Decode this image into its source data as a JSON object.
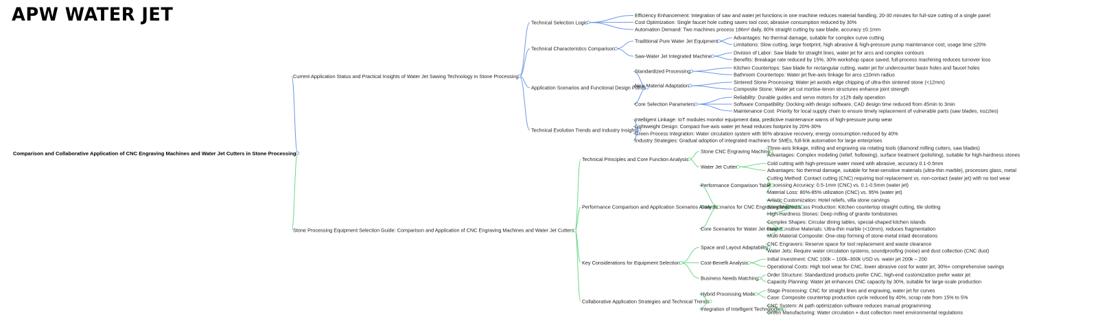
{
  "brand": "APW WATER JET",
  "colors": {
    "branch_a": "#6d97e6",
    "branch_b": "#72d88b"
  },
  "mindmap": {
    "label": "Comparison and Collaborative Application of CNC Engraving Machines and Water Jet Cutters in Stone Processing",
    "children": [
      {
        "label": "Current Application Status and Practical Insights of Water Jet Sawing Technology in Stone Processing",
        "children": [
          {
            "label": "Technical Selection Logic",
            "children": [
              {
                "label": "Efficiency Enhancement: Integration of saw and water jet functions in one machine reduces material handling, 20-30 minutes for full-size cutting of a single panel"
              },
              {
                "label": "Cost Optimization: Single faucet hole cutting saves tool cost, abrasive consumption reduced by 30%"
              },
              {
                "label": "Automation Demand: Two machines process 186m² daily, 80% straight cutting by saw blade, accuracy ±0.1mm"
              }
            ]
          },
          {
            "label": "Technical Characteristics Comparison",
            "children": [
              {
                "label": "Traditional Pure Water Jet Equipment",
                "children": [
                  {
                    "label": "Advantages: No thermal damage, suitable for complex curve cutting"
                  },
                  {
                    "label": "Limitations: Slow cutting, large footprint, high abrasive & high-pressure pump maintenance cost, usage time ≤20%"
                  }
                ]
              },
              {
                "label": "Saw-Water Jet Integrated Machine",
                "children": [
                  {
                    "label": "Division of Labor: Saw blade for straight lines, water jet for arcs and complex contours"
                  },
                  {
                    "label": "Benefits: Breakage rate reduced by 15%, 30% workshop space saved, full-process machining reduces turnover loss"
                  }
                ]
              }
            ]
          },
          {
            "label": "Application Scenarios and Functional Design Points",
            "children": [
              {
                "label": "Standardized Processing",
                "children": [
                  {
                    "label": "Kitchen Countertops: Saw blade for rectangular cutting, water jet for undercounter basin holes and faucet holes"
                  },
                  {
                    "label": "Bathroom Countertops: Water jet five-axis linkage for arcs ≤10mm radius"
                  }
                ]
              },
              {
                "label": "New Material Adaptation",
                "children": [
                  {
                    "label": "Sintered Stone Processing: Water jet avoids edge chipping of ultra-thin sintered stone (<12mm)"
                  },
                  {
                    "label": "Composite Stone: Water jet cut mortise-tenon structures enhance joint strength"
                  }
                ]
              },
              {
                "label": "Core Selection Parameters",
                "children": [
                  {
                    "label": "Reliability: Durable guides and servo motors for ≥12h daily operation"
                  },
                  {
                    "label": "Software Compatibility: Docking with design software, CAD design time reduced from 45min to 3min"
                  },
                  {
                    "label": "Maintenance Cost: Priority for local supply chain to ensure timely replacement of vulnerable parts (saw blades, nozzles)"
                  }
                ]
              }
            ]
          },
          {
            "label": "Technical Evolution Trends and Industry Insights",
            "children": [
              {
                "label": "Intelligent Linkage: IoT modules monitor equipment data, predictive maintenance warns of high-pressure pump wear"
              },
              {
                "label": "Lightweight Design: Compact five-axis water jet head reduces footprint by 20%-30%"
              },
              {
                "label": "Green Process Integration: Water circulation system with 90% abrasive recovery, energy consumption reduced by 40%"
              },
              {
                "label": "Industry Strategies: Gradual adoption of integrated machines for SMEs, full-link automation for large enterprises"
              }
            ]
          }
        ]
      },
      {
        "label": "Stone Processing Equipment Selection Guide: Comparison and Application of CNC Engraving Machines and Water Jet Cutters",
        "children": [
          {
            "label": "Technical Principles and Core Function Analysis",
            "children": [
              {
                "label": "Stone CNC Engraving Machine",
                "children": [
                  {
                    "label": "Three-axis linkage, milling and engraving via rotating tools (diamond milling cutters, saw blades)"
                  },
                  {
                    "label": "Advantages: Complex modeling (relief, hollowing), surface treatment (polishing), suitable for high-hardness stones"
                  }
                ]
              },
              {
                "label": "Water Jet Cutter",
                "children": [
                  {
                    "label": "Cold cutting with high-pressure water mixed with abrasive, accuracy 0.1-0.5mm"
                  },
                  {
                    "label": "Advantages: No thermal damage, suitable for heat-sensitive materials (ultra-thin marble), processes glass, metal"
                  }
                ]
              }
            ]
          },
          {
            "label": "Performance Comparison and Application Scenarios Analysis",
            "children": [
              {
                "label": "Performance Comparison Table",
                "children": [
                  {
                    "label": "Cutting Method: Contact cutting (CNC) requiring tool replacement vs. non-contact (water jet) with no tool wear"
                  },
                  {
                    "label": "Processing Accuracy: 0.5-1mm (CNC) vs. 0.1-0.5mm (water jet)"
                  },
                  {
                    "label": "Material Loss: 80%-85% utilization (CNC) vs. 95% (water jet)"
                  }
                ]
              },
              {
                "label": "Core Scenarios for CNC Engraving Machines",
                "children": [
                  {
                    "label": "Artistic Customization: Hotel reliefs, villa stone carvings"
                  },
                  {
                    "label": "Standardized Mass Production: Kitchen countertop straight cutting, tile slotting"
                  },
                  {
                    "label": "High-Hardness Stones: Deep milling of granite tombstones"
                  }
                ]
              },
              {
                "label": "Core Scenarios for Water Jet Cutters",
                "children": [
                  {
                    "label": "Complex Shapes: Circular dining tables, special-shaped kitchen islands"
                  },
                  {
                    "label": "Heat-Sensitive Materials: Ultra-thin marble (<10mm), reduces fragmentation"
                  },
                  {
                    "label": "Multi-Material Composite: One-step forming of stone-metal inlaid decorations"
                  }
                ]
              }
            ]
          },
          {
            "label": "Key Considerations for Equipment Selection",
            "children": [
              {
                "label": "Space and Layout Adaptability",
                "children": [
                  {
                    "label": "CNC Engravers: Reserve space for tool replacement and waste clearance"
                  },
                  {
                    "label": "Water Jets: Require water circulation systems, soundproofing (noise) and dust collection (CNC dust)"
                  }
                ]
              },
              {
                "label": "Cost-Benefit Analysis",
                "children": [
                  {
                    "label": "Initial Investment: CNC 100k – 100k–300k USD vs. water jet 200k – 200"
                  },
                  {
                    "label": "Operational Costs: High tool wear for CNC, lower abrasive cost for water jet, 30%+ comprehensive savings"
                  }
                ]
              },
              {
                "label": "Business Needs Matching",
                "children": [
                  {
                    "label": "Order Structure: Standardized products prefer CNC, high-end customization prefer water jet"
                  },
                  {
                    "label": "Capacity Planning: Water jet enhances CNC capacity by 30%, suitable for large-scale production"
                  }
                ]
              }
            ]
          },
          {
            "label": "Collaborative Application Strategies and Technical Trends",
            "children": [
              {
                "label": "Hybrid Processing Mode",
                "children": [
                  {
                    "label": "Stage Processing: CNC for straight lines and engraving, water jet for curves"
                  },
                  {
                    "label": "Case: Composite countertop production cycle reduced by 40%, scrap rate from 15% to 5%"
                  }
                ]
              },
              {
                "label": "Integration of Intelligent Technologies",
                "children": [
                  {
                    "label": "CNC System: AI path optimization software reduces manual programming"
                  },
                  {
                    "label": "Green Manufacturing: Water circulation + dust collection meet environmental regulations"
                  }
                ]
              }
            ]
          }
        ]
      }
    ]
  }
}
